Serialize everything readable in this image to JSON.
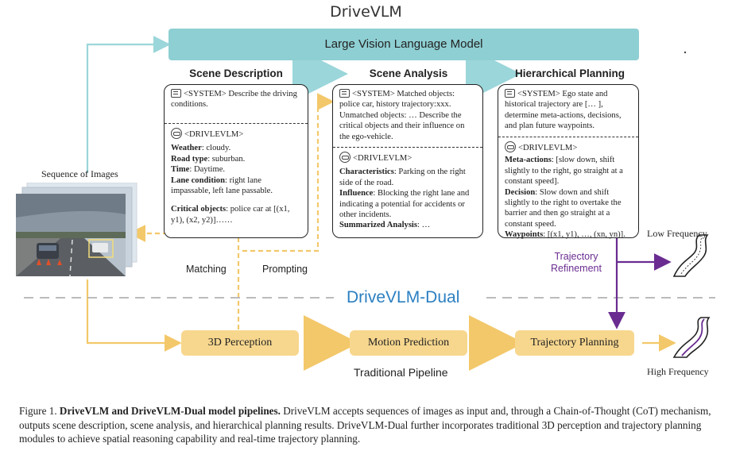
{
  "title": "DriveVLM",
  "lvlm_label": "Large Vision Language Model",
  "stages": {
    "scene_description": "Scene Description",
    "scene_analysis": "Scene Analysis",
    "hierarchical_planning": "Hierarchical Planning"
  },
  "panel1": {
    "system_tag": "<SYSTEM>",
    "system_text": "Describe the driving conditions.",
    "model_tag": "<DRIVLEVLM>",
    "fields": [
      {
        "label": "Weather",
        "value": ": cloudy."
      },
      {
        "label": "Road type",
        "value": ": suburban."
      },
      {
        "label": "Time",
        "value": ": Daytime."
      },
      {
        "label": "Lane condition",
        "value": ": right lane impassable, left lane passable."
      }
    ],
    "critical_label": "Critical objects",
    "critical_value": ": police car at [(x1, y1), (x2, y2)]……"
  },
  "panel2": {
    "system_tag": "<SYSTEM>",
    "system_text": "Matched objects: police car, history trajectory:xxx. Unmatched objects: … Describe the critical objects and their influence on the ego-vehicle.",
    "model_tag": "<DRIVLEVLM>",
    "fields": [
      {
        "label": "Characteristics",
        "value": ": Parking on the right side of the road."
      },
      {
        "label": "Influence",
        "value": ": Blocking the right lane and indicating a potential for accidents or other incidents."
      },
      {
        "label": "Summarized Analysis",
        "value": ": …"
      }
    ]
  },
  "panel3": {
    "system_tag": "<SYSTEM>",
    "system_text": "Ego state and historical trajectory are [… ], determine meta-actions, decisions, and plan future waypoints.",
    "model_tag": "<DRIVLEVLM>",
    "fields": [
      {
        "label": "Meta-actions",
        "value": ": [slow down, shift slightly to the right, go straight at a constant speed]."
      },
      {
        "label": "Decision",
        "value": ": Slow down and shift slightly to the right to overtake the barrier and then go straight at a constant speed."
      },
      {
        "label": "Waypoints",
        "value": ": [(x1, y1), …, (xn, yn)]."
      }
    ]
  },
  "sequence_label": "Sequence of Images",
  "matching_label": "Matching",
  "prompting_label": "Prompting",
  "dual_label": "DriveVLM-Dual",
  "refinement_label": "Trajectory Refinement",
  "low_freq_label": "Low Frequency",
  "high_freq_label": "High Frequency",
  "pipeline": {
    "perception": "3D Perception",
    "motion": "Motion Prediction",
    "planning": "Trajectory Planning",
    "label": "Traditional Pipeline"
  },
  "caption": {
    "prefix": "Figure 1. ",
    "bold": "DriveVLM and DriveVLM-Dual model pipelines.",
    "rest": " DriveVLM accepts sequences of images as input and, through a Chain-of-Thought (CoT) mechanism, outputs scene description, scene analysis, and hierarchical planning results. DriveVLM-Dual further incorporates traditional 3D perception and trajectory planning modules to achieve spatial reasoning capability and real-time trajectory planning."
  },
  "colors": {
    "lvlm_bar": "#8ecfd3",
    "teal_arrow": "#9bd6da",
    "yellow": "#f7d78e",
    "yellow_line": "#f3c86a",
    "purple": "#6a2c91",
    "dual_blue": "#2b7fc1"
  }
}
